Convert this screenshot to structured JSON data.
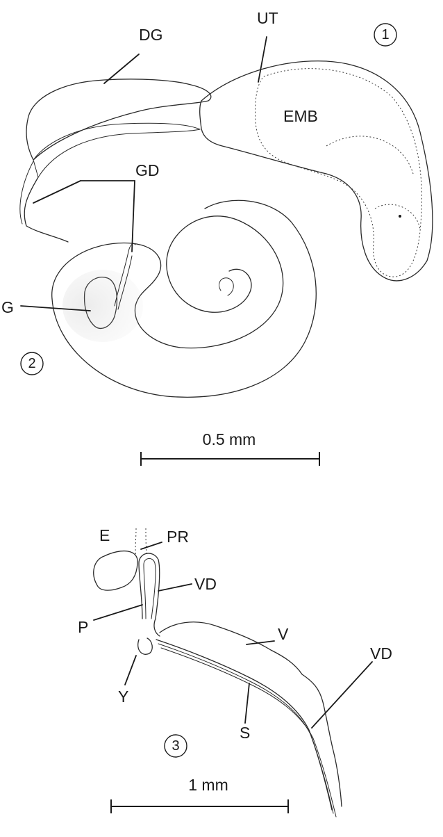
{
  "figures": [
    {
      "number": "1"
    },
    {
      "number": "2"
    },
    {
      "number": "3"
    }
  ],
  "labels": {
    "dg": "DG",
    "ut": "UT",
    "emb": "EMB",
    "gd": "GD",
    "g": "G",
    "e": "E",
    "pr": "PR",
    "vd_upper": "VD",
    "p": "P",
    "v": "V",
    "vd_lower": "VD",
    "y": "Y",
    "s": "S"
  },
  "scale_bars": {
    "top": "0.5 mm",
    "bottom": "1 mm"
  }
}
